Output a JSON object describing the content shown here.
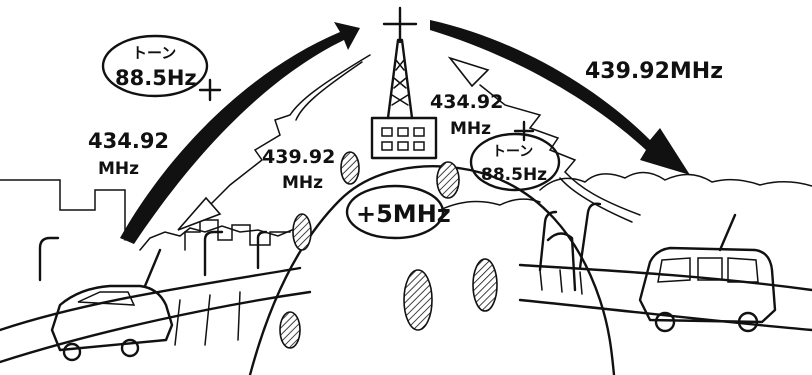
{
  "labels": {
    "tone_left_title": "トーン",
    "tone_left_freq": "88.5Hz",
    "uplink_left_line1": "434.92",
    "uplink_left_line2": "MHz",
    "downlink_left_line1": "439.92",
    "downlink_left_line2": "MHz",
    "uplink_right_line1": "434.92",
    "uplink_right_line2": "MHz",
    "tone_right_title": "トーン",
    "tone_right_freq": "88.5Hz",
    "downlink_right": "439.92MHz",
    "offset": "+5MHz"
  },
  "colors": {
    "ink": "#111111",
    "paper": "#ffffff"
  }
}
